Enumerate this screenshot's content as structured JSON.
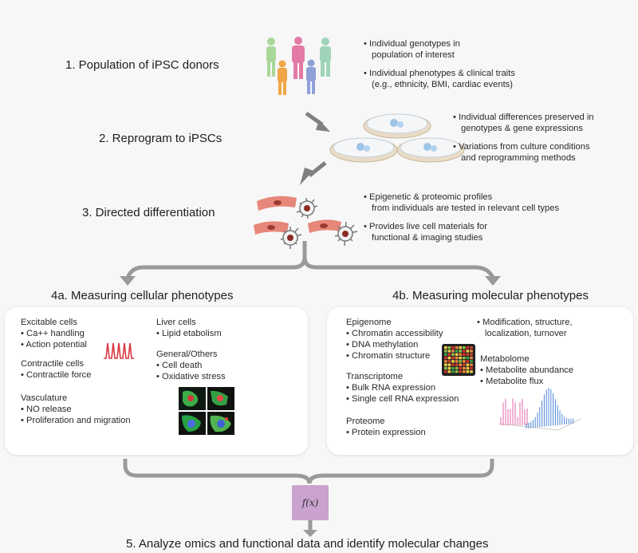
{
  "steps": {
    "s1": "1. Population of iPSC donors",
    "s2": "2. Reprogram to iPSCs",
    "s3": "3. Directed differentiation",
    "s4a": "4a. Measuring cellular phenotypes",
    "s4b": "4b. Measuring molecular phenotypes",
    "s5": "5. Analyze omics and functional data and identify molecular changes"
  },
  "notes": {
    "s1": [
      "• Individual genotypes in",
      "population of interest",
      "• Individual phenotypes & clinical traits",
      "(e.g., ethnicity, BMI, cardiac events)"
    ],
    "s2": [
      "• Individual differences preserved in",
      "genotypes & gene expressions",
      "• Variations from culture conditions",
      "and reprogramming methods"
    ],
    "s3": [
      "• Epigenetic & proteomic profiles",
      "from individuals are tested in relevant cell types",
      "• Provides live cell materials for",
      "functional & imaging studies"
    ]
  },
  "cellular": {
    "excitable": {
      "title": "Excitable cells",
      "items": [
        "• Ca++ handling",
        "• Action potential"
      ]
    },
    "contractile": {
      "title": "Contractile cells",
      "items": [
        "• Contractile force"
      ]
    },
    "vasculature": {
      "title": "Vasculature",
      "items": [
        "• NO release",
        "• Proliferation and migration"
      ]
    },
    "liver": {
      "title": "Liver cells",
      "items": [
        "• Lipid etabolism"
      ]
    },
    "general": {
      "title": "General/Others",
      "items": [
        "• Cell death",
        "• Oxidative stress"
      ]
    }
  },
  "molecular": {
    "epigenome": {
      "title": "Epigenome",
      "items": [
        "• Chromatin accessibility",
        "• DNA methylation",
        "• Chromatin structure"
      ]
    },
    "transcriptome": {
      "title": "Transcriptome",
      "items": [
        "• Bulk RNA expression",
        "• Single cell RNA expression"
      ]
    },
    "proteome": {
      "title": "Proteome",
      "items": [
        "• Protein expression"
      ]
    },
    "modification": {
      "items": [
        "• Modification, structure,",
        "localization, turnover"
      ]
    },
    "metabolome": {
      "title": "Metabolome",
      "items": [
        "• Metabolite abundance",
        "• Metabolite flux"
      ]
    }
  },
  "fx_label": "f(x)",
  "colors": {
    "arrow": "#808080",
    "fx_box": "#c9a2cd",
    "waveform": "#d9363e",
    "person_green": "#a9d89a",
    "person_pink": "#e37aa6",
    "person_mint": "#9fd4b9",
    "person_orange": "#f1a646",
    "person_blue": "#8f9fd8"
  }
}
